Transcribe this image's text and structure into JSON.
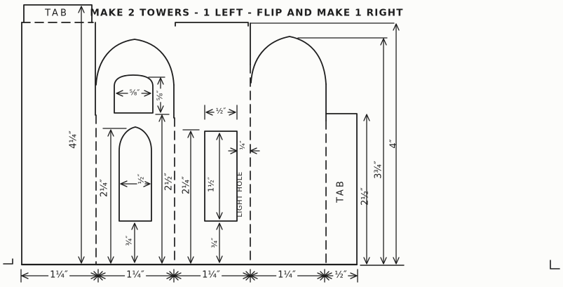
{
  "title": "MAKE 2 TOWERS - 1 LEFT - FLIP AND MAKE 1 RIGHT",
  "colors": {
    "ink": "#1e1e1e",
    "paper": "#fcfcfa"
  },
  "tab_left": "TAB",
  "tab_right": "TAB",
  "dims": {
    "tower_height": "4¼″",
    "small_window_width": "⅝″",
    "small_window_height": "⅝″",
    "arch_to_bottom": "2½″",
    "lancet_top_to_bottom": "2¼″",
    "lancet_width": "½″",
    "lancet_bottom_gap": "¾″",
    "hole_top_to_bottom": "2¼″",
    "hole_height": "1½″",
    "hole_width": "½″",
    "hole_side_gap": "¼″",
    "hole_bottom_gap": "¾″",
    "light_hole": "LIGHT HOLE",
    "tab_panel_height": "2½″",
    "peak_height": "3¾″",
    "total_height": "4″",
    "bottom": [
      "1¼″",
      "1¼″",
      "1¼″",
      "1¼″",
      "½″"
    ]
  }
}
